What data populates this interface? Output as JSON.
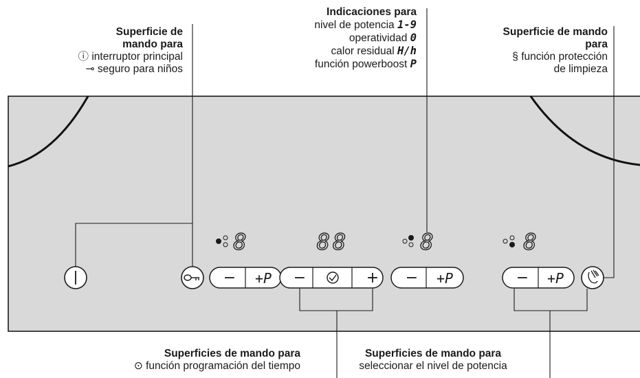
{
  "captions": {
    "main_switch": {
      "title1": "Superficie de",
      "title2": "mando para",
      "line1": "ⓘ interruptor principal",
      "line2": "⊸ seguro para niños"
    },
    "indications": {
      "title": "Indicaciones para",
      "line1": "nivel de potencia",
      "line1_glyph": "1-9",
      "line2": "operatividad",
      "line2_glyph": "0",
      "line3": "calor residual",
      "line3_glyph": "H/h",
      "line4": "función powerboost",
      "line4_glyph": "P"
    },
    "cleaning": {
      "title1": "Superficie de mando",
      "title2": "para",
      "line1": "§ función protección",
      "line2": "de limpieza"
    },
    "timer": {
      "title": "Superficies de mando para",
      "line1": "⊙ función programación del tiempo"
    },
    "power_select": {
      "title": "Superficies de mando para",
      "line1": "seleccionar el nivel de potencia"
    }
  },
  "panel": {
    "zone1_display": "8",
    "timer_display": "88",
    "zone2_display": "8",
    "zone3_display": "8",
    "minus_label": "−",
    "plus_p_label": "+P",
    "plus_label": "+",
    "plus_p_superscript": "P"
  },
  "icons": [
    "power-icon",
    "key-icon",
    "clock-icon",
    "cleaning-hand-icon"
  ]
}
